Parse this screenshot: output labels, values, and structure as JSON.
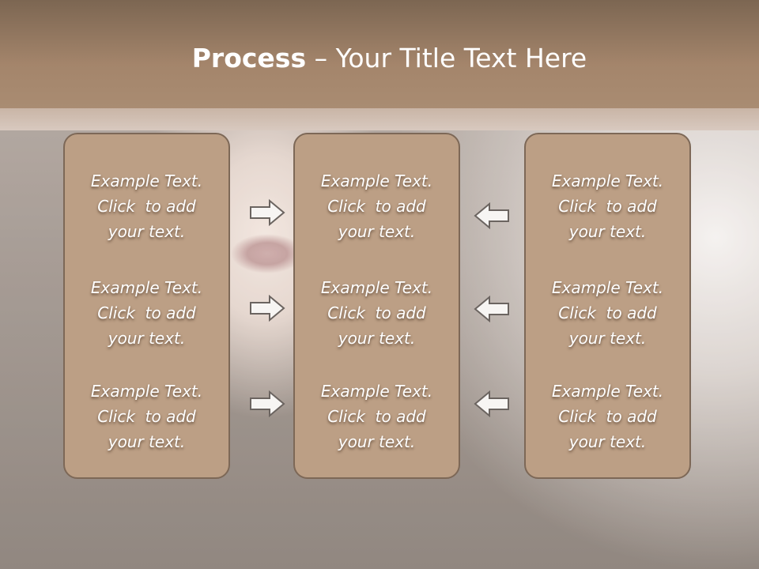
{
  "slide": {
    "title_bold": "Process",
    "title_dash": "–",
    "title_rest": "Your Title Text Here"
  },
  "columns": [
    {
      "cells": [
        {
          "line1": "Example Text.",
          "line2": "Click  to add",
          "line3": "your text."
        },
        {
          "line1": "Example Text.",
          "line2": "Click  to add",
          "line3": "your text."
        },
        {
          "line1": "Example Text.",
          "line2": "Click  to add",
          "line3": "your text."
        }
      ]
    },
    {
      "cells": [
        {
          "line1": "Example Text.",
          "line2": "Click  to add",
          "line3": "your text."
        },
        {
          "line1": "Example Text.",
          "line2": "Click  to add",
          "line3": "your text."
        },
        {
          "line1": "Example Text.",
          "line2": "Click  to add",
          "line3": "your text."
        }
      ]
    },
    {
      "cells": [
        {
          "line1": "Example Text.",
          "line2": "Click  to add",
          "line3": "your text."
        },
        {
          "line1": "Example Text.",
          "line2": "Click  to add",
          "line3": "your text."
        },
        {
          "line1": "Example Text.",
          "line2": "Click  to add",
          "line3": "your text."
        }
      ]
    }
  ],
  "arrows": {
    "left_group_direction": "right",
    "right_group_direction": "left"
  },
  "colors": {
    "title_bar": "#a4856b",
    "box_fill": "#bc9f85",
    "box_border": "#7d6857",
    "arrow_fill": "#f7f5f3",
    "arrow_stroke": "#6b6460"
  }
}
